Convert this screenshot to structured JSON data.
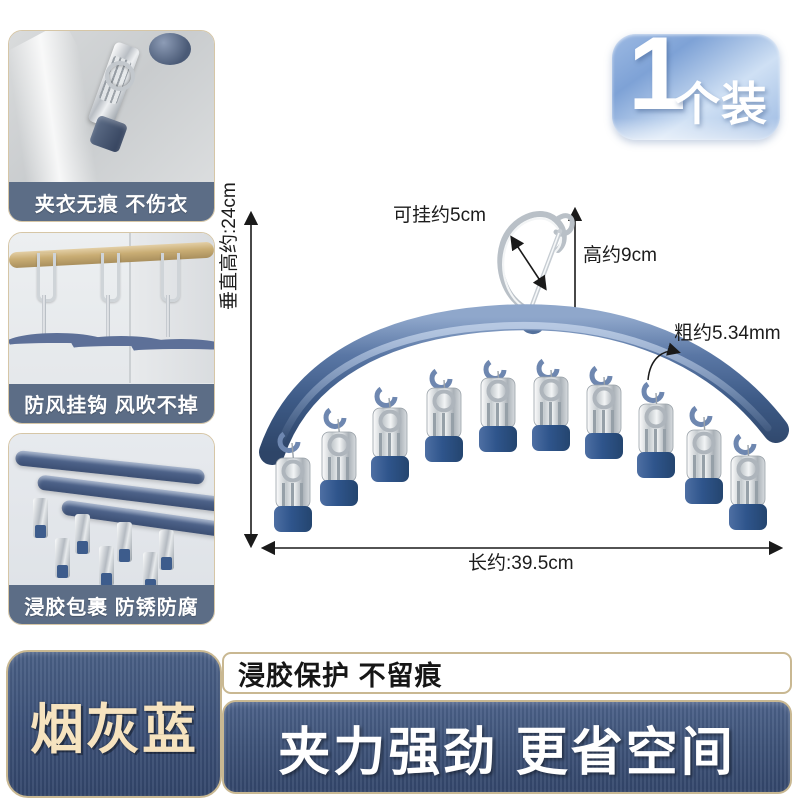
{
  "badge": {
    "count": "1",
    "suffix": "个装"
  },
  "thumbnails": [
    {
      "caption": "夹衣无痕 不伤衣",
      "photo_name": "clip-on-fabric-photo"
    },
    {
      "caption": "防风挂钩 风吹不掉",
      "photo_name": "hooks-on-rod-photo"
    },
    {
      "caption": "浸胶包裹 防锈防腐",
      "photo_name": "coated-bars-photo"
    }
  ],
  "diagram": {
    "hook_span_label": "可挂约5cm",
    "hook_height_label": "高约9cm",
    "thickness_label": "粗约5.34mm",
    "vertical_height_label": "垂直高约:24cm",
    "length_label": "长约:39.5cm",
    "clip_count": 10
  },
  "footer": {
    "color_name": "烟灰蓝",
    "sub_headline": "浸胶保护 不留痕",
    "headline": "夹力强劲 更省空间"
  },
  "colors": {
    "hanger_blue": "#3f5a86",
    "hanger_blue_light": "#7d99c4",
    "caption_bar": "#5c6d86",
    "border_gold": "#c9b892",
    "cream_text": "#f6e3bf",
    "badge_blue": "#7ea2d6"
  }
}
